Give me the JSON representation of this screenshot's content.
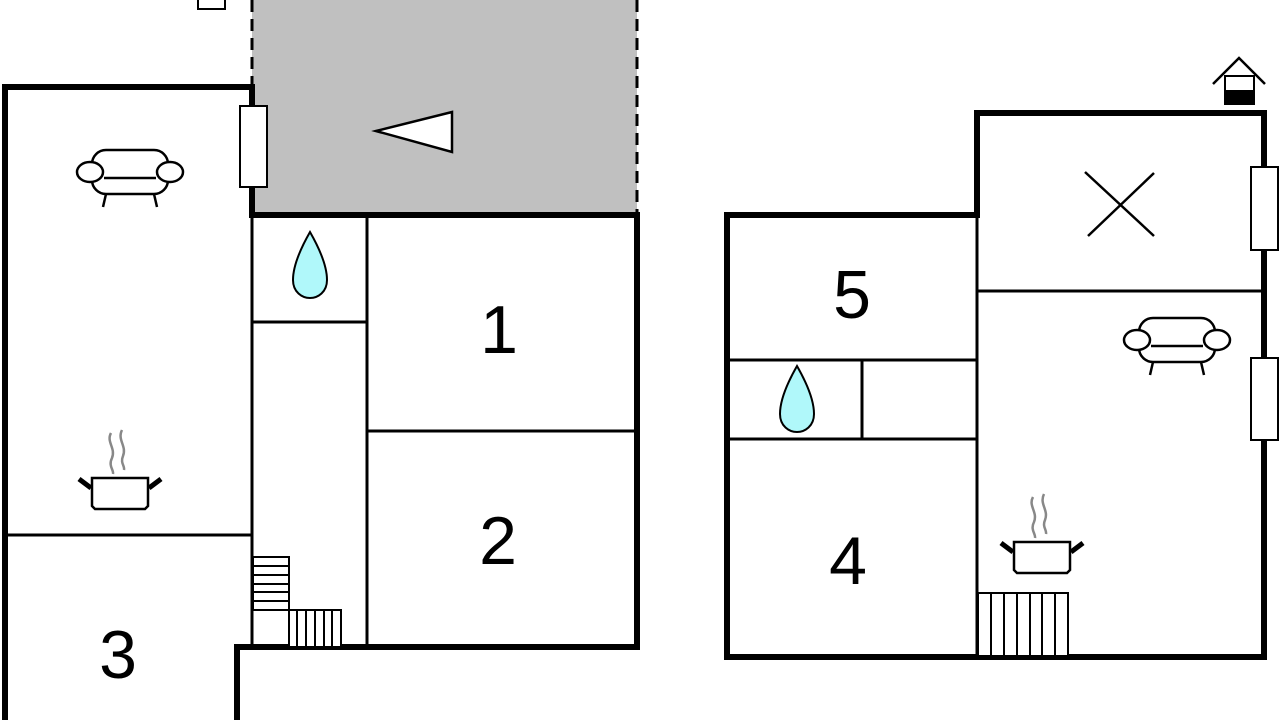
{
  "floorplan": {
    "title": "",
    "rooms": {
      "room1": "1",
      "room2": "2",
      "room3": "3",
      "room4": "4",
      "room5": "5"
    },
    "colors": {
      "terrace": "#c0c0c0",
      "water": "#b0f8fa",
      "wall": "#000000",
      "steam": "#888888"
    },
    "icons": [
      "sofa-icon",
      "water-drop-icon",
      "cooking-pot-icon",
      "stairs-icon",
      "window-icon",
      "entrance-arrow-icon",
      "house-icon",
      "cross-icon"
    ]
  }
}
